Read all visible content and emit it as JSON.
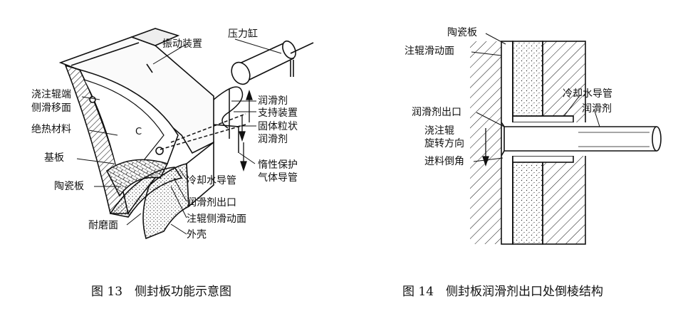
{
  "figure13": {
    "caption": "图 13　侧封板功能示意图",
    "labels": {
      "vibration_device": "振动装置",
      "pressure_cylinder": "压力缸",
      "pour_roll_end": "浇注辊端",
      "side_slide_surface": "侧滑移面",
      "insulation": "绝热材料",
      "base_plate": "基板",
      "ceramic_plate": "陶瓷板",
      "wear_surface": "耐磨面",
      "lubricant": "润滑剂",
      "support_device": "支持装置",
      "solid_granular": "固体粒状",
      "lubricant_2": "润滑剂",
      "inert_gas_1": "惰性保护",
      "inert_gas_2": "气体导管",
      "cooling_pipe": "冷却水导管",
      "lube_outlet": "润滑剂出口",
      "roll_side_surface": "注辊侧滑动面",
      "shell": "外壳",
      "marker_c": "C"
    }
  },
  "figure14": {
    "caption": "图 14　侧封板润滑剂出口处倒棱结构",
    "labels": {
      "ceramic_plate": "陶瓷板",
      "roll_slide_surface": "注辊滑动面",
      "cooling_pipe": "冷却水导管",
      "lubricant": "润滑剂",
      "lube_outlet": "润滑剂出口",
      "pour_roll_1": "浇注辊",
      "pour_roll_2": "旋转方向",
      "feed_chamfer": "进料倒角"
    }
  }
}
